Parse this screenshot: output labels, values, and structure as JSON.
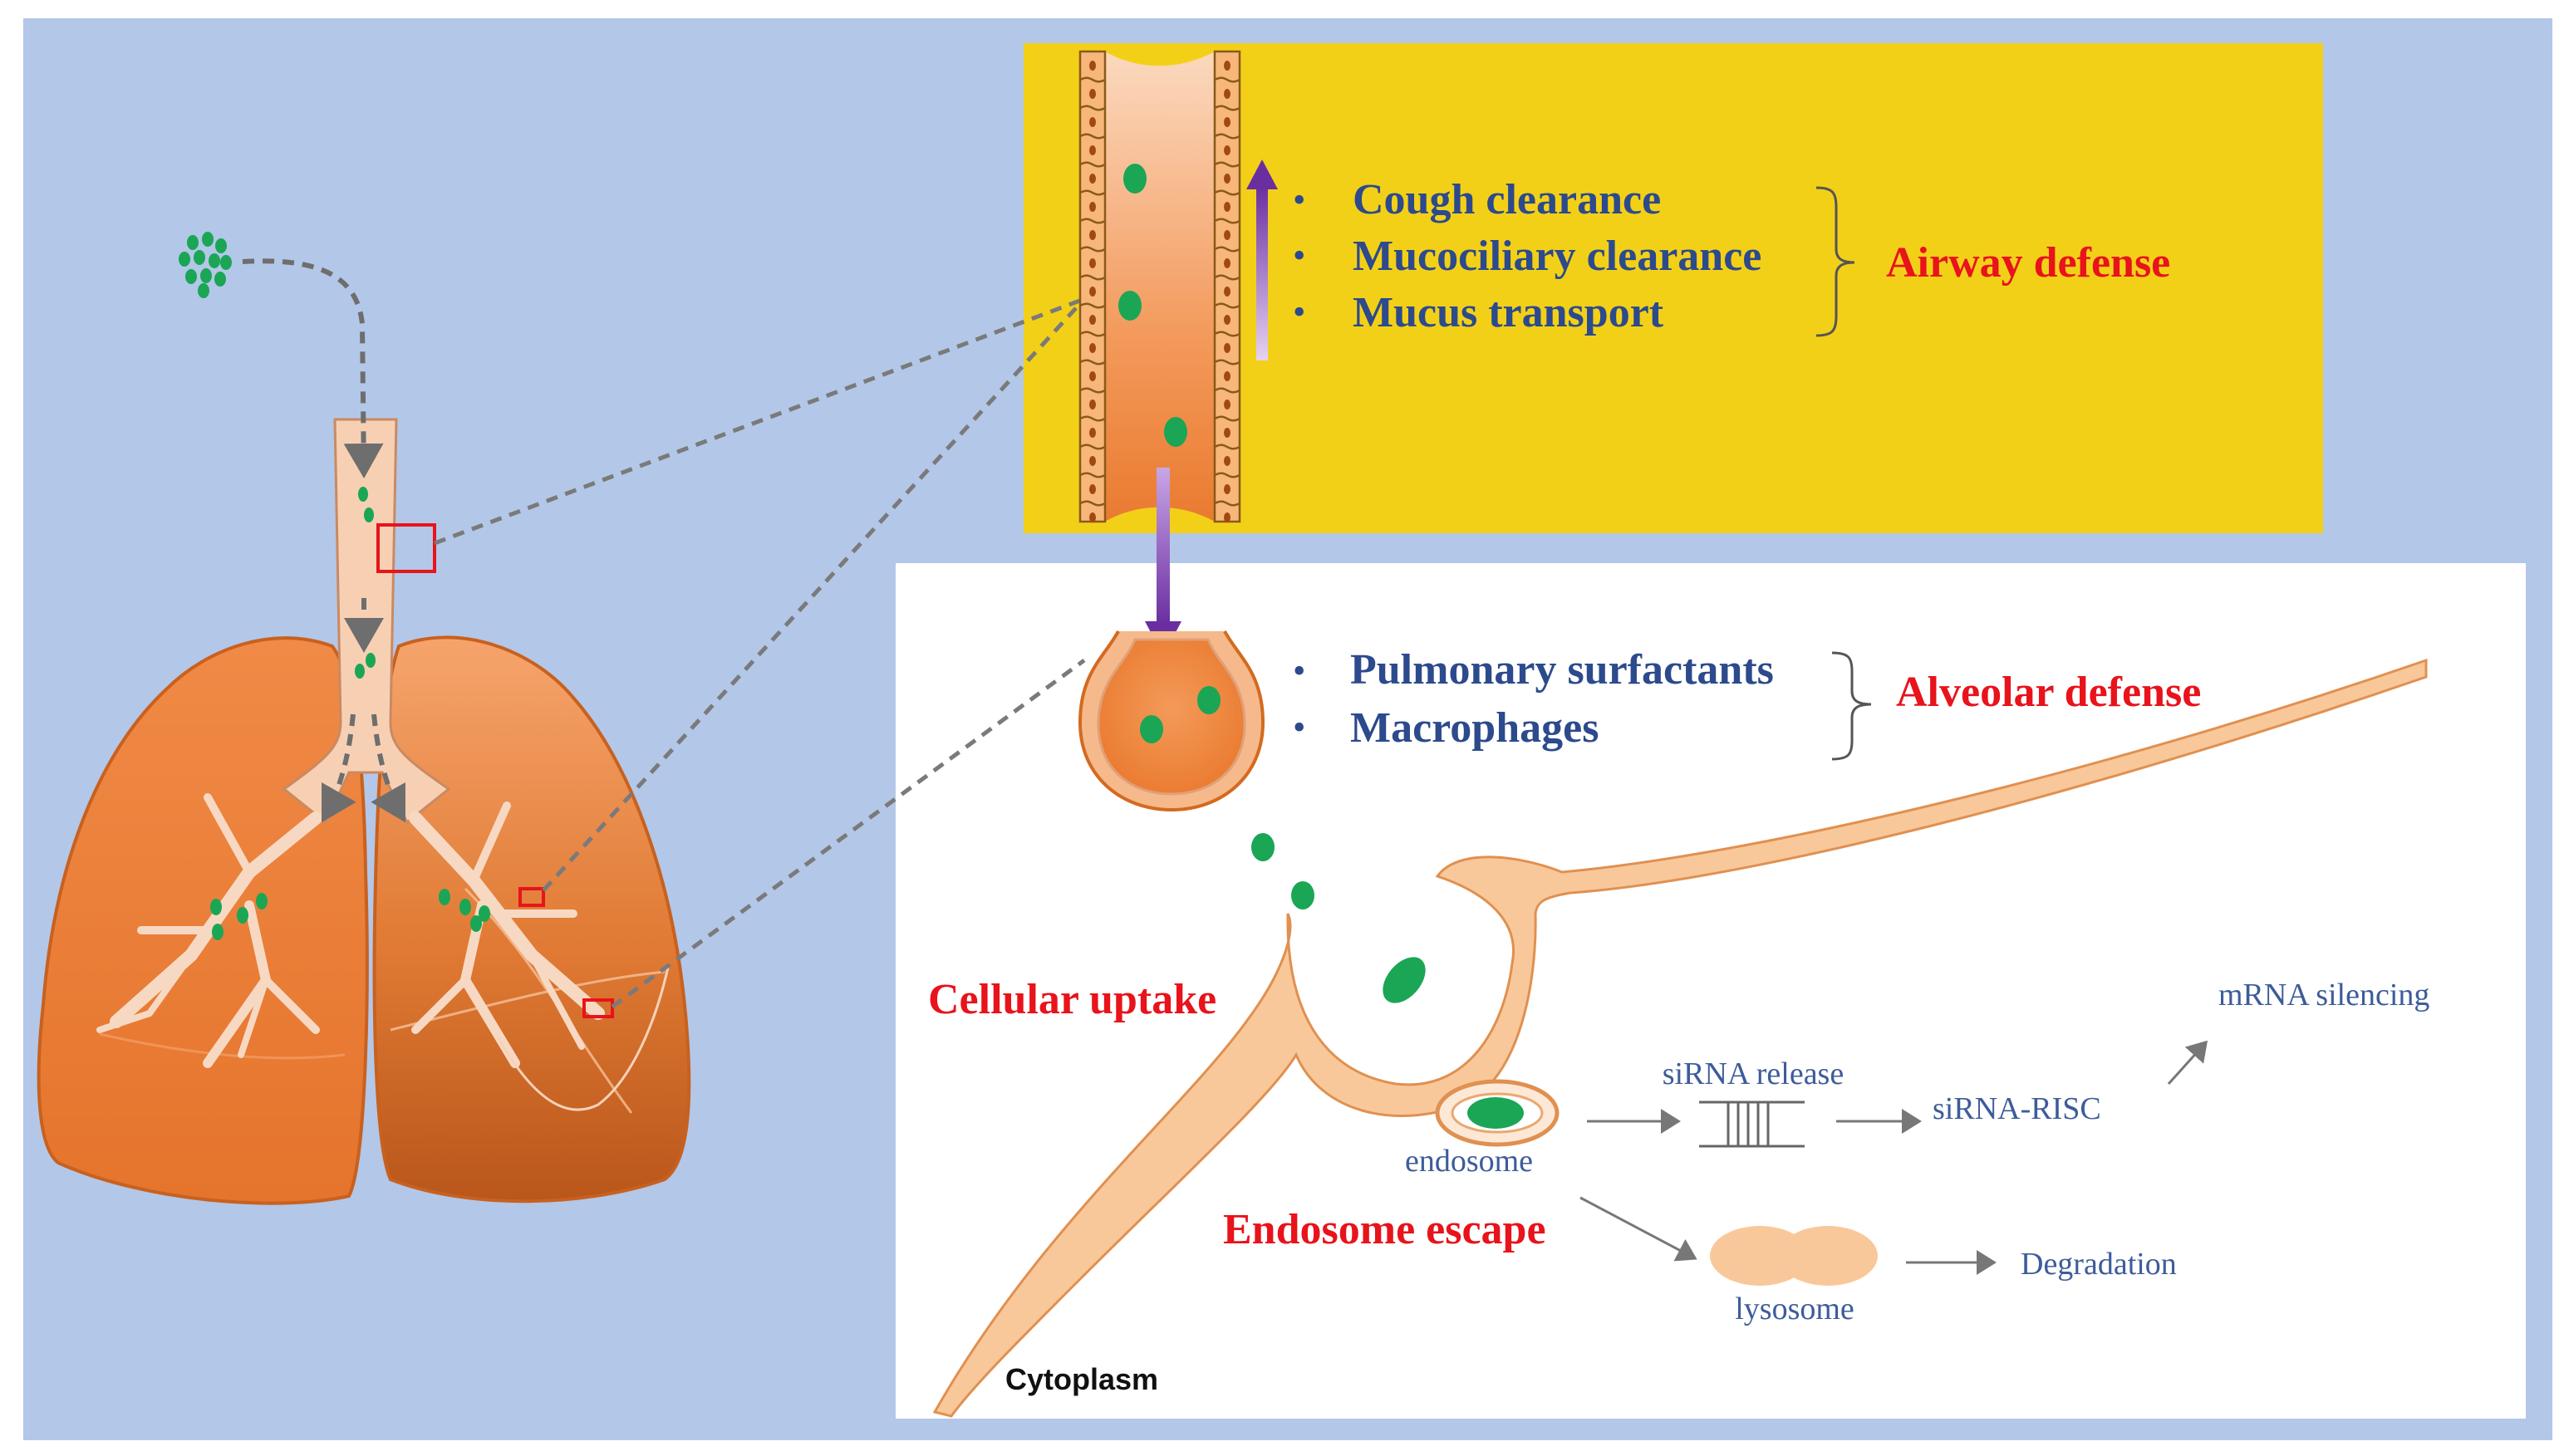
{
  "colors": {
    "background": "#b3c7e8",
    "airway_panel": "#f3d018",
    "alveolar_panel": "#ffffff",
    "particle": "#1aa655",
    "lung_light": "#f2894a",
    "lung_dark": "#c05a14",
    "heading_red": "#e8131b",
    "text_blue": "#2c4a8c",
    "arrow_purple": "#6a2ea0"
  },
  "airway": {
    "items": [
      "Cough clearance",
      "Mucociliary clearance",
      "Mucus transport"
    ],
    "label": "Airway defense"
  },
  "alveolar": {
    "items": [
      "Pulmonary surfactants",
      "Macrophages"
    ],
    "label": "Alveolar defense"
  },
  "cell": {
    "uptake": "Cellular uptake",
    "endosome": "endosome",
    "escape": "Endosome escape",
    "sirna_release": "siRNA release",
    "sirna_risc": "siRNA-RISC",
    "mrna_silencing": "mRNA silencing",
    "lysosome": "lysosome",
    "degradation": "Degradation",
    "cytoplasm": "Cytoplasm"
  },
  "icons": [
    "lungs-icon",
    "airway-tube-icon",
    "alveolus-icon",
    "endosome-icon",
    "lysosome-icon",
    "sirna-duplex-icon"
  ]
}
